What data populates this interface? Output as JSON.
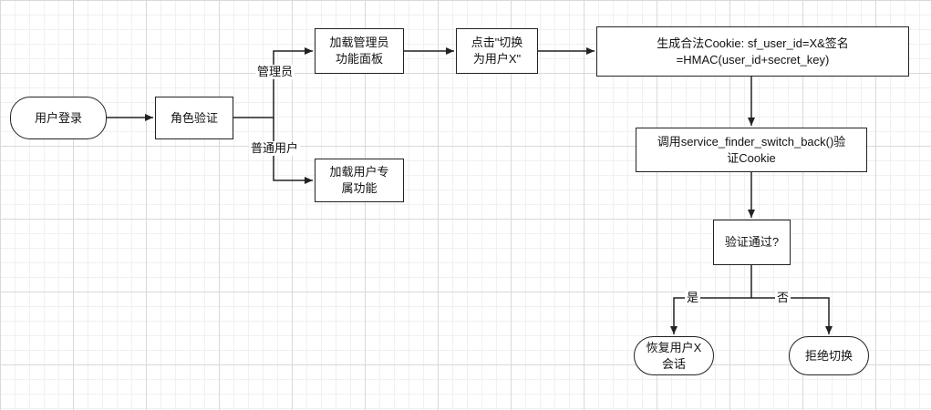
{
  "nodes": {
    "login": "用户登录",
    "role_check": "角色验证",
    "load_admin": "加载管理员\n功能面板",
    "load_user": "加载用户专\n属功能",
    "switch_user": "点击\"切换\n为用户X\"",
    "gen_cookie": "生成合法Cookie: sf_user_id=X&签名\n=HMAC(user_id+secret_key)",
    "call_verify": "调用service_finder_switch_back()验\n证Cookie",
    "verified": "验证通过?",
    "restore": "恢复用户X\n会话",
    "reject": "拒绝切换"
  },
  "edge_labels": {
    "admin": "管理员",
    "normal_user": "普通用户",
    "yes": "是",
    "no": "否"
  },
  "colors": {
    "stroke": "#222222",
    "fill": "#ffffff"
  }
}
